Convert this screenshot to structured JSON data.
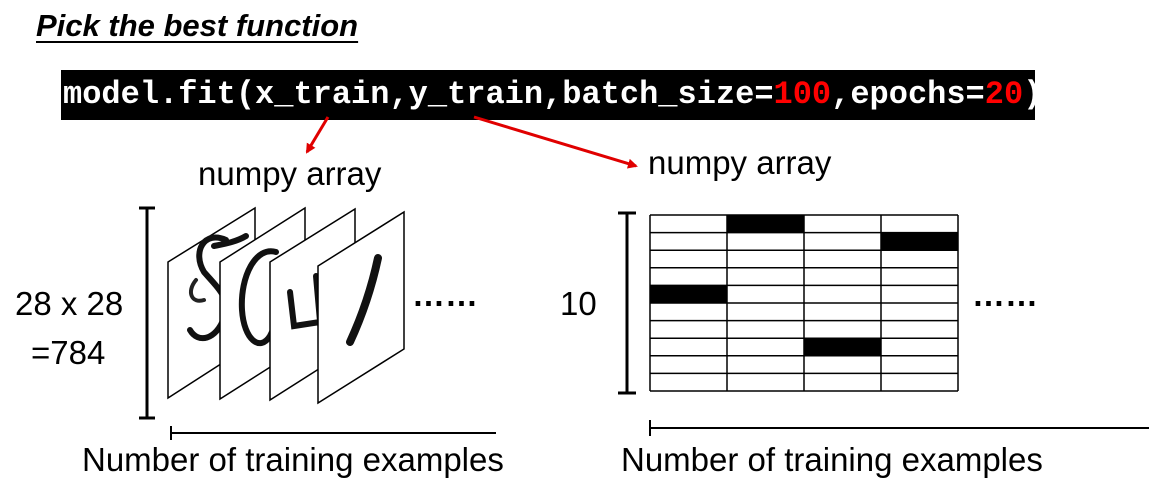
{
  "title": "Pick the best function",
  "code": {
    "prefix": "model.fit(x_train,y_train,batch_size=",
    "batch_size": "100",
    "middle": ",epochs=",
    "epochs": "20",
    "suffix": ")"
  },
  "left": {
    "arrow_label": "numpy array",
    "dim_line1": "28 x 28",
    "dim_line2": "=784",
    "ellipsis": "……",
    "bottom_label": "Number of training examples"
  },
  "right": {
    "arrow_label": "numpy array",
    "dim": "10",
    "ellipsis": "……",
    "bottom_label": "Number of training examples"
  },
  "colors": {
    "arrow": "#e00000",
    "code_bg": "#000000",
    "code_number": "#ff0000"
  }
}
